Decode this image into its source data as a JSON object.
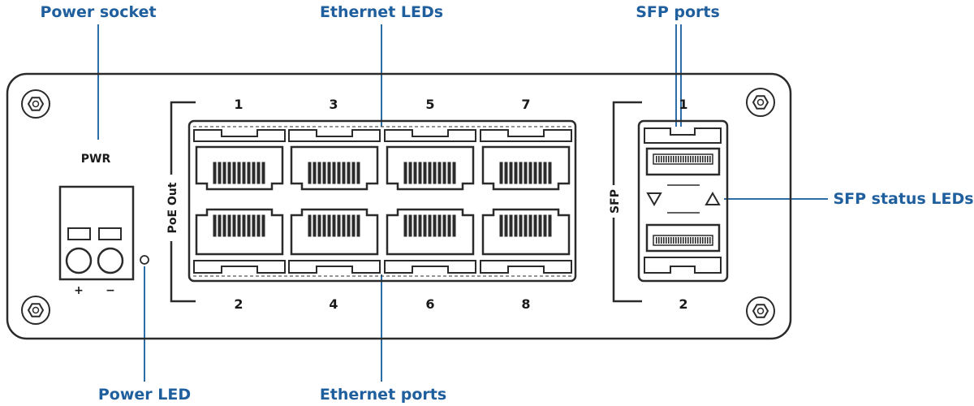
{
  "callouts": {
    "power_socket": "Power socket",
    "ethernet_leds": "Ethernet LEDs",
    "sfp_ports": "SFP ports",
    "sfp_status_leds": "SFP status LEDs",
    "power_led": "Power LED",
    "ethernet_ports": "Ethernet ports"
  },
  "device": {
    "pwr_label": "PWR",
    "plus": "+",
    "minus": "−",
    "poe_label": "PoE Out",
    "sfp_label": "SFP",
    "port_top": [
      "1",
      "3",
      "5",
      "7"
    ],
    "port_bottom": [
      "2",
      "4",
      "6",
      "8"
    ],
    "sfp_top": "1",
    "sfp_bottom": "2"
  },
  "colors": {
    "callout": "#1f5f9e",
    "line": "#2e6ea8",
    "outline": "#2b2b2b"
  }
}
